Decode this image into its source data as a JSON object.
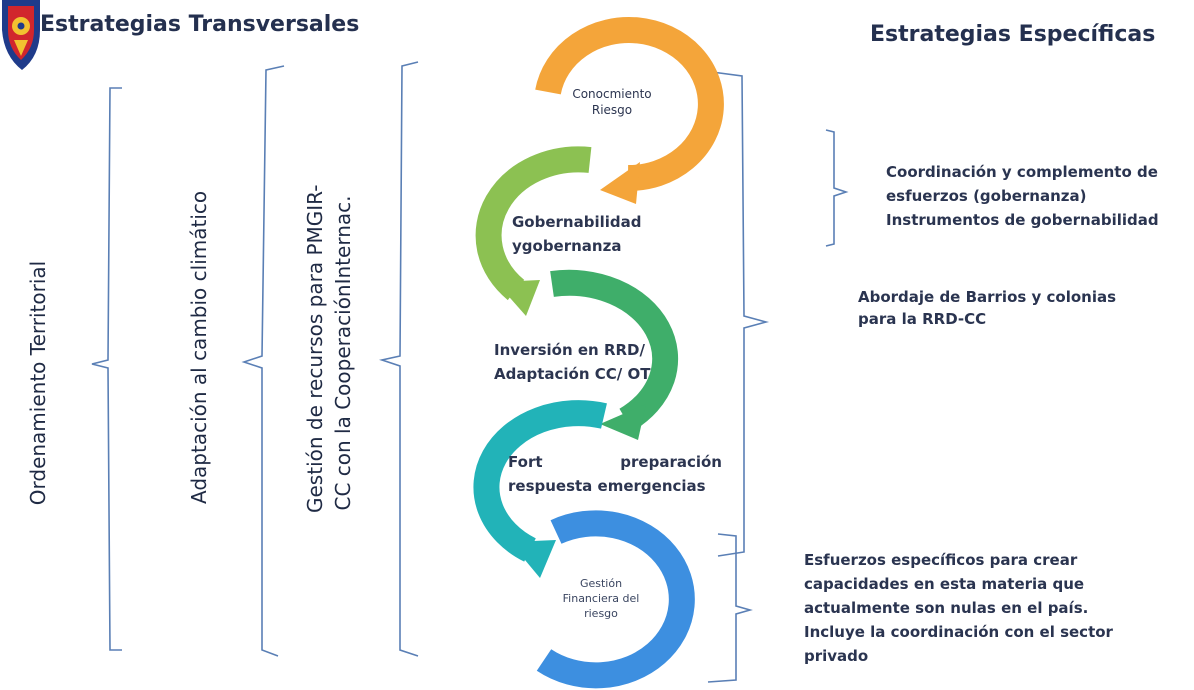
{
  "titles": {
    "left": "Estrategias Transversales",
    "right": "Estrategias Específicas"
  },
  "transversal": {
    "t1": "Ordenamiento Territorial",
    "t2": "Adaptación al cambio climático",
    "t3_line1": "Gestión de recursos para PMGIR-",
    "t3_line2": "CC con la CooperaciónInternac."
  },
  "cycle": {
    "c1_line1": "Conocmiento",
    "c1_line2": "Riesgo",
    "c2_line1": "Gobernabilidad",
    "c2_line2": "ygobernanza",
    "c3_line1": "Inversión en RRD/",
    "c3_line2": "Adaptación CC/ OT",
    "c4_word1": "Fort",
    "c4_word2": "preparación",
    "c4_line2": "respuesta emergencias",
    "c5_line1": "Gestión",
    "c5_line2": "Financiera del",
    "c5_line3": "riesgo"
  },
  "specific": {
    "s1_line1": "Coordinación y complemento de",
    "s1_line2": "esfuerzos (gobernanza)",
    "s1_line3": "Instrumentos de gobernabilidad",
    "s2_line1": "Abordaje de Barrios y colonias",
    "s2_line2": "para la RRD-CC",
    "s3_line1": "Esfuerzos específicos para crear",
    "s3_line2": "capacidades en esta materia que",
    "s3_line3": "actualmente son nulas en el país.",
    "s3_line4": "Incluye la coordinación con el sector",
    "s3_line5": "privado"
  },
  "colors": {
    "orange": "#f4a53a",
    "green_light": "#8cc152",
    "green_mid": "#3fae6a",
    "teal": "#22b3b8",
    "blue": "#3d8fe0",
    "bracket": "#5a7fb5"
  },
  "icons": {
    "logo": "coat-of-arms-logo"
  }
}
